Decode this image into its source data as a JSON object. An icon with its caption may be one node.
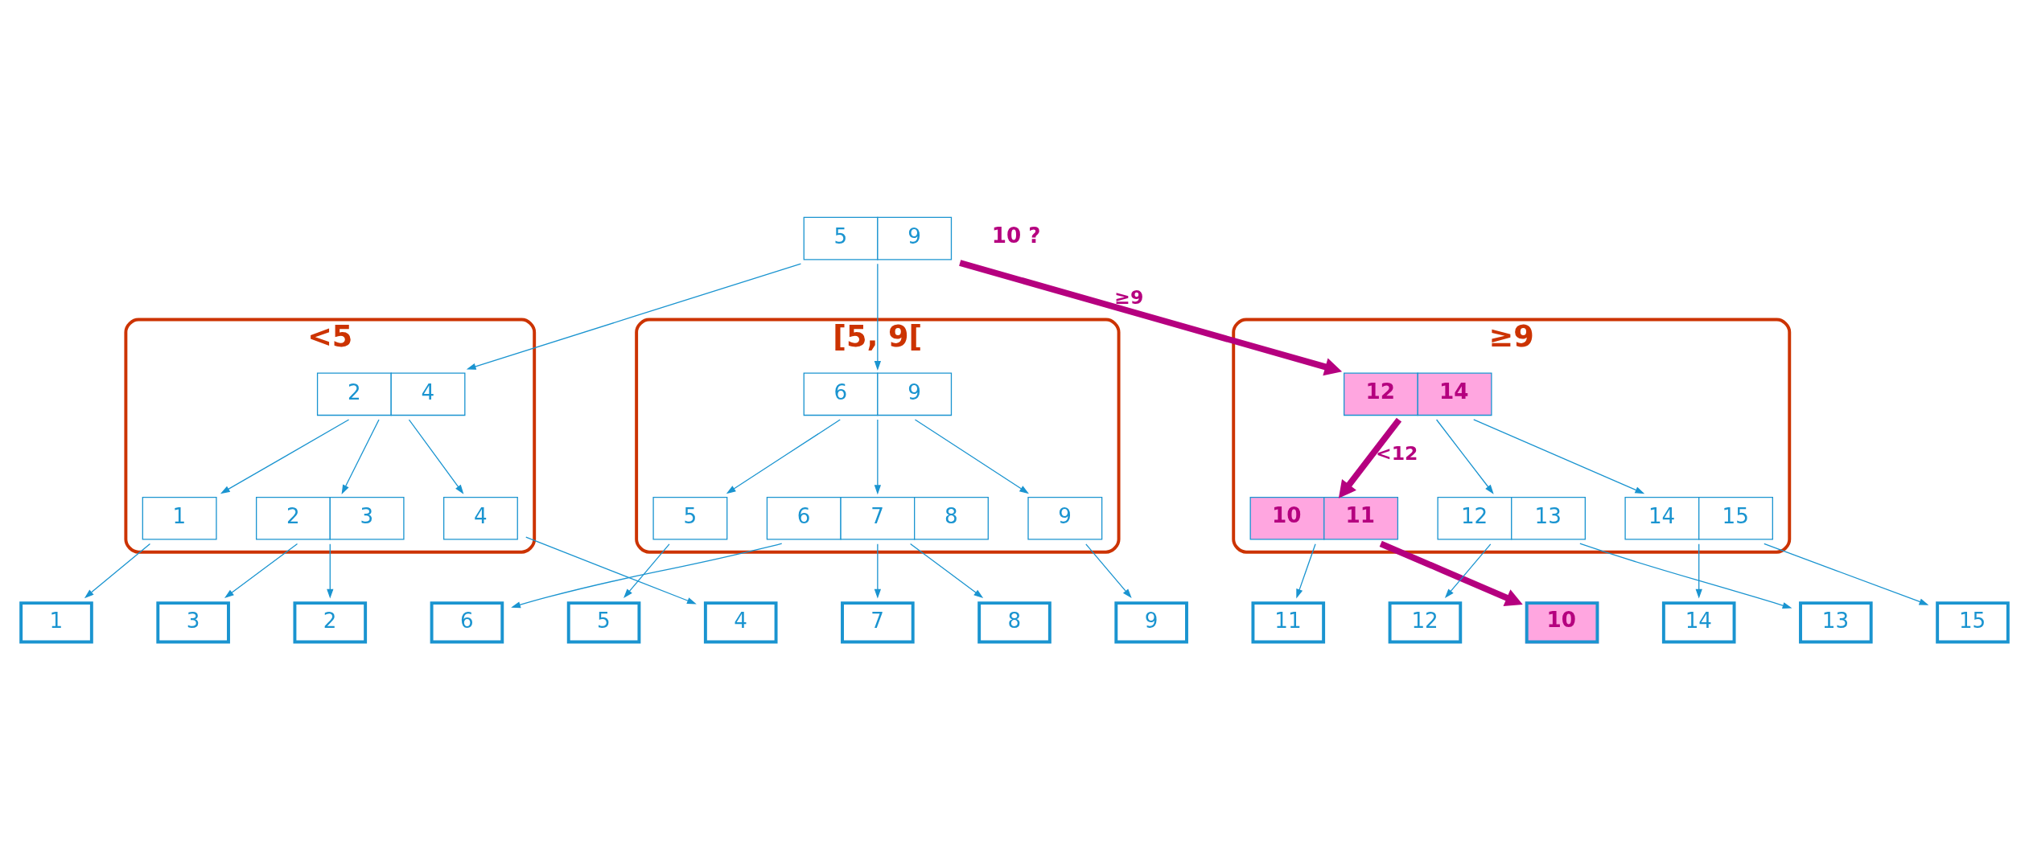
{
  "diagram": {
    "nodes": [
      {
        "text": [
          "5",
          "9"
        ]
      },
      {
        "text": [
          "<5"
        ]
      },
      {
        "text": [
          "2",
          "4"
        ],
        "in": 1
      },
      {
        "text": [
          "1"
        ],
        "in": 1
      },
      {
        "text": [
          "2",
          "3"
        ],
        "in": 1
      },
      {
        "text": [
          "4"
        ],
        "in": 1
      },
      {
        "text": [
          "[5, 9["
        ]
      },
      {
        "text": [
          "6",
          "9"
        ],
        "in": 6
      },
      {
        "text": [
          "5"
        ],
        "in": 6
      },
      {
        "text": [
          "6",
          "7",
          "8"
        ],
        "in": 6
      },
      {
        "text": [
          "9"
        ],
        "in": 6
      },
      {
        "text": [
          "≥9"
        ]
      },
      {
        "text": [
          "12",
          "14"
        ],
        "in": 11
      },
      {
        "text": [
          "10",
          "11"
        ],
        "in": 11
      },
      {
        "text": [
          "12",
          "13"
        ],
        "in": 11
      },
      {
        "text": [
          "14",
          "15"
        ],
        "in": 11
      },
      {
        "text": [
          "1"
        ]
      },
      {
        "text": [
          "3"
        ]
      },
      {
        "text": [
          "2"
        ]
      },
      {
        "text": [
          "6"
        ]
      },
      {
        "text": [
          "5"
        ]
      },
      {
        "text": [
          "4"
        ]
      },
      {
        "text": [
          "7"
        ]
      },
      {
        "text": [
          "8"
        ]
      },
      {
        "text": [
          "9"
        ]
      },
      {
        "text": [
          "11"
        ]
      },
      {
        "text": [
          "12"
        ]
      },
      {
        "text": [
          "10"
        ]
      },
      {
        "text": [
          "14"
        ]
      },
      {
        "text": [
          "13"
        ]
      },
      {
        "text": [
          "15"
        ]
      }
    ],
    "edges": [
      {
        "from": 0,
        "to": 2,
        "arrow": "to"
      },
      {
        "from": 0,
        "to": 7,
        "arrow": "to"
      },
      {
        "from": 0,
        "to": 12,
        "arrow": "to",
        "label": "≥9",
        "style": "thick",
        "color": "#b5007f"
      },
      {
        "from": 2,
        "to": 3,
        "arrow": "to"
      },
      {
        "from": 2,
        "to": 4,
        "arrow": "to"
      },
      {
        "from": 2,
        "to": 5,
        "arrow": "to"
      },
      {
        "from": 7,
        "to": 8,
        "arrow": "to"
      },
      {
        "from": 7,
        "to": 9,
        "arrow": "to"
      },
      {
        "from": 7,
        "to": 10,
        "arrow": "to"
      },
      {
        "from": 12,
        "to": 13,
        "arrow": "to",
        "label": "<12",
        "style": "thick",
        "color": "#b5007f"
      },
      {
        "from": 12,
        "to": 14,
        "arrow": "to"
      },
      {
        "from": 12,
        "to": 15,
        "arrow": "to"
      },
      {
        "from": 3,
        "to": 16,
        "arrow": "to"
      },
      {
        "from": 4,
        "to": 18,
        "arrow": "to"
      },
      {
        "from": 4,
        "to": 17,
        "arrow": "to"
      },
      {
        "from": 5,
        "to": 21,
        "arrow": "to"
      },
      {
        "from": 8,
        "to": 20,
        "arrow": "to"
      },
      {
        "from": 9,
        "to": 19,
        "arrow": "to"
      },
      {
        "from": 9,
        "to": 22,
        "arrow": "to"
      },
      {
        "from": 9,
        "to": 23,
        "arrow": "to"
      },
      {
        "from": 10,
        "to": 24,
        "arrow": "to"
      },
      {
        "from": 13,
        "to": 27,
        "arrow": "to",
        "style": "thick",
        "color": "#b5007f"
      },
      {
        "from": 13,
        "to": 25,
        "arrow": "to"
      },
      {
        "from": 14,
        "to": 26,
        "arrow": "to"
      },
      {
        "from": 14,
        "to": 29,
        "arrow": "to"
      },
      {
        "from": 15,
        "to": 28,
        "arrow": "to"
      },
      {
        "from": 15,
        "to": 30,
        "arrow": "to"
      }
    ],
    "labels": [
      "10 ?"
    ]
  }
}
